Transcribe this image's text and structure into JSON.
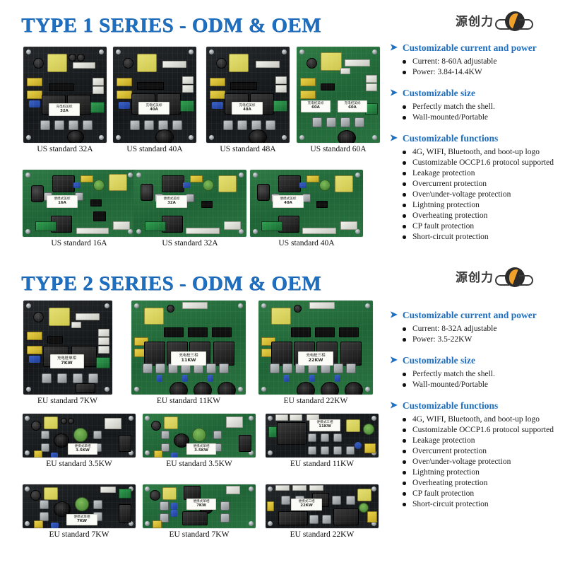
{
  "sections": [
    {
      "id": "type1",
      "title": "TYPE 1 SERIES - ODM & OEM",
      "logo_text": "源创力",
      "features": [
        {
          "heading": "Customizable current and power",
          "items": [
            "Current: 8-60A adjustable",
            "Power: 3.84-14.4KW"
          ]
        },
        {
          "heading": "Customizable size",
          "items": [
            "Perfectly match the shell.",
            "Wall-mounted/Portable"
          ]
        },
        {
          "heading": "Customizable functions",
          "items": [
            "4G, WIFI, Bluetooth, and boot-up logo",
            "Customizable OCCP1.6 protocol supported",
            "Leakage protection",
            "Overcurrent protection",
            "Over/under-voltage protection",
            "Lightning protection",
            "Overheating protection",
            "CP fault protection",
            "Short-circuit protection"
          ]
        }
      ],
      "boards": [
        {
          "caption": "US standard 32A",
          "label_cn": "充电桩美标",
          "label_rating": "32A",
          "color": "black"
        },
        {
          "caption": "US standard 40A",
          "label_cn": "充电桩美标",
          "label_rating": "40A",
          "color": "black"
        },
        {
          "caption": "US standard 48A",
          "label_cn": "充电桩美标",
          "label_rating": "48A",
          "color": "black"
        },
        {
          "caption": "US standard 60A",
          "label_cn": "充电桩美标",
          "label_rating": "60A",
          "color": "green"
        },
        {
          "caption": "US standard 16A",
          "label_cn": "便携式美标",
          "label_rating": "16A",
          "color": "green"
        },
        {
          "caption": "US standard 32A",
          "label_cn": "便携式美标",
          "label_rating": "32A",
          "color": "green"
        },
        {
          "caption": "US standard 40A",
          "label_cn": "便携式美标",
          "label_rating": "40A",
          "color": "green"
        }
      ]
    },
    {
      "id": "type2",
      "title": "TYPE 2 SERIES - ODM & OEM",
      "logo_text": "源创力",
      "features": [
        {
          "heading": "Customizable current and power",
          "items": [
            "Current: 8-32A adjustable",
            "Power: 3.5-22KW"
          ]
        },
        {
          "heading": "Customizable size",
          "items": [
            "Perfectly match the shell.",
            "Wall-mounted/Portable"
          ]
        },
        {
          "heading": "Customizable functions",
          "items": [
            "4G, WIFI, Bluetooth, and boot-up logo",
            "Customizable OCCP1.6 protocol supported",
            "Leakage protection",
            "Overcurrent protection",
            "Over/under-voltage protection",
            "Lightning protection",
            "Overheating protection",
            "CP fault protection",
            "Short-circuit protection"
          ]
        }
      ],
      "boards": [
        {
          "caption": "EU standard 7KW",
          "label_cn": "充电桩单相",
          "label_rating": "7KW",
          "color": "black"
        },
        {
          "caption": "EU standard 11KW",
          "label_cn": "充电桩三相",
          "label_rating": "11KW",
          "color": "green"
        },
        {
          "caption": "EU standard 22KW",
          "label_cn": "充电桩三相",
          "label_rating": "22KW",
          "color": "green"
        },
        {
          "caption": "EU standard 3.5KW",
          "label_cn": "便携式单相",
          "label_rating": "3.5KW",
          "color": "black"
        },
        {
          "caption": "EU standard 3.5KW",
          "label_cn": "便携式单相",
          "label_rating": "3.5KW",
          "color": "green"
        },
        {
          "caption": "EU standard 11KW",
          "label_cn": "便携式三相",
          "label_rating": "11KW",
          "color": "black"
        },
        {
          "caption": "EU standard 7KW",
          "label_cn": "便携式单相",
          "label_rating": "7KW",
          "color": "black"
        },
        {
          "caption": "EU standard 7KW",
          "label_cn": "便携式单相",
          "label_rating": "7KW",
          "color": "green"
        },
        {
          "caption": "EU standard 22KW",
          "label_cn": "便携式三相",
          "label_rating": "22KW",
          "color": "black"
        }
      ]
    }
  ],
  "colors": {
    "heading_blue": "#1F6FC0",
    "text_black": "#1a1a1a",
    "pcb_green": "#1f6436",
    "pcb_black": "#1d2023"
  }
}
